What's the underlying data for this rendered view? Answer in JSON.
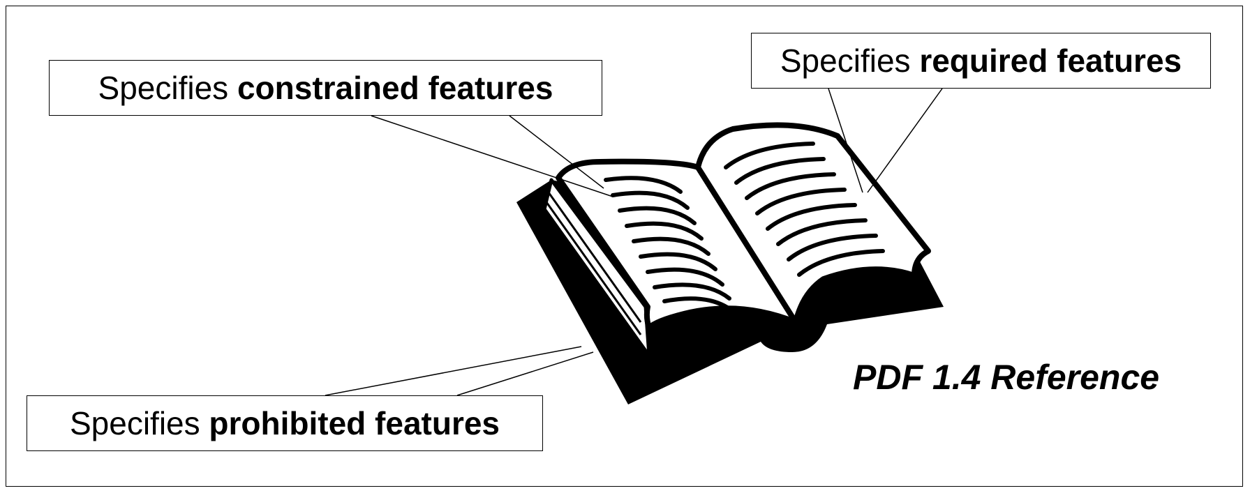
{
  "callouts": {
    "constrained": {
      "prefix": "Specifies ",
      "emphasis": "constrained features"
    },
    "required": {
      "prefix": "Specifies ",
      "emphasis": "required features"
    },
    "prohibited": {
      "prefix": "Specifies ",
      "emphasis": "prohibited features"
    }
  },
  "book_title": "PDF 1.4 Reference",
  "icons": {
    "book": "open-book-icon"
  },
  "colors": {
    "ink": "#000000",
    "paper": "#ffffff"
  }
}
